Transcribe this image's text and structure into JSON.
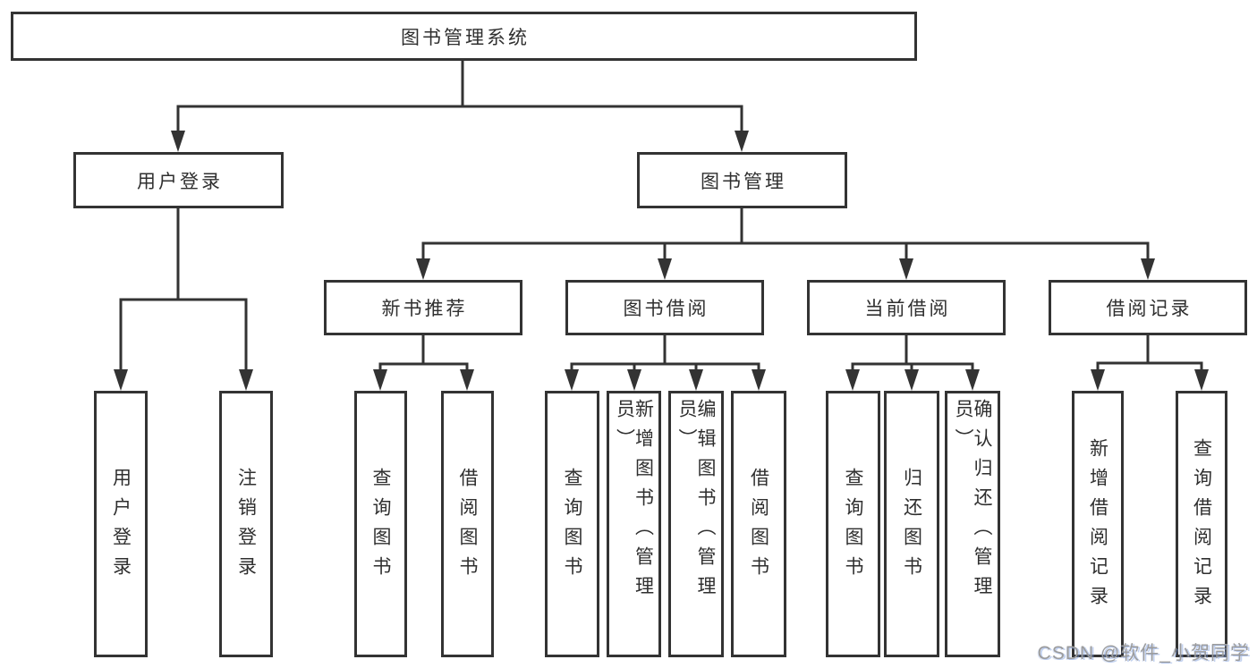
{
  "colors": {
    "line": "#333333",
    "box_border": "#333333",
    "text": "#2f2f2f",
    "background": "#ffffff",
    "watermark_gray": "#9c9c9c"
  },
  "watermark": {
    "text": "CSDN @软件_小贺同学"
  },
  "diagram": {
    "root": {
      "label": "图书管理系统"
    },
    "user_login": {
      "label": "用户登录",
      "children": {
        "login": "用户登录",
        "logout": "注销登录"
      }
    },
    "book_management": {
      "label": "图书管理",
      "new_book_recommend": {
        "label": "新书推荐",
        "children": {
          "query_books": "查询图书",
          "borrow_books": "借阅图书"
        }
      },
      "book_borrowing": {
        "label": "图书借阅",
        "children": {
          "query_books": "查询图书",
          "add_books_admin": "新增图书（管理员）",
          "edit_books_admin": "编辑图书（管理员）",
          "borrow_books": "借阅图书"
        }
      },
      "current_borrowing": {
        "label": "当前借阅",
        "children": {
          "query_books": "查询图书",
          "return_books": "归还图书",
          "confirm_return_admin": "确认归还（管理员）"
        }
      },
      "borrowing_records": {
        "label": "借阅记录",
        "children": {
          "add_record": "新增借阅记录",
          "query_record": "查询借阅记录"
        }
      }
    }
  }
}
